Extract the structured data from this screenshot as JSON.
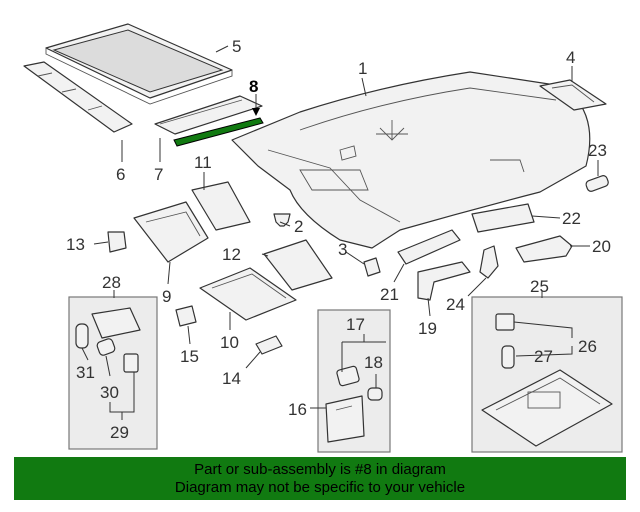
{
  "callouts": {
    "c1": "1",
    "c2": "2",
    "c3": "3",
    "c4": "4",
    "c5": "5",
    "c6": "6",
    "c7": "7",
    "c8": "8",
    "c9": "9",
    "c10": "10",
    "c11": "11",
    "c12": "12",
    "c13": "13",
    "c14": "14",
    "c15": "15",
    "c16": "16",
    "c17": "17",
    "c18": "18",
    "c19": "19",
    "c20": "20",
    "c21": "21",
    "c22": "22",
    "c23": "23",
    "c24": "24",
    "c25": "25",
    "c26": "26",
    "c27": "27",
    "c28": "28",
    "c29": "29",
    "c30": "30",
    "c31": "31"
  },
  "highlight_color": "#117a11",
  "banner": {
    "line1": "Part or sub-assembly is #8 in diagram",
    "line2": "Diagram may not be specific to your vehicle"
  }
}
